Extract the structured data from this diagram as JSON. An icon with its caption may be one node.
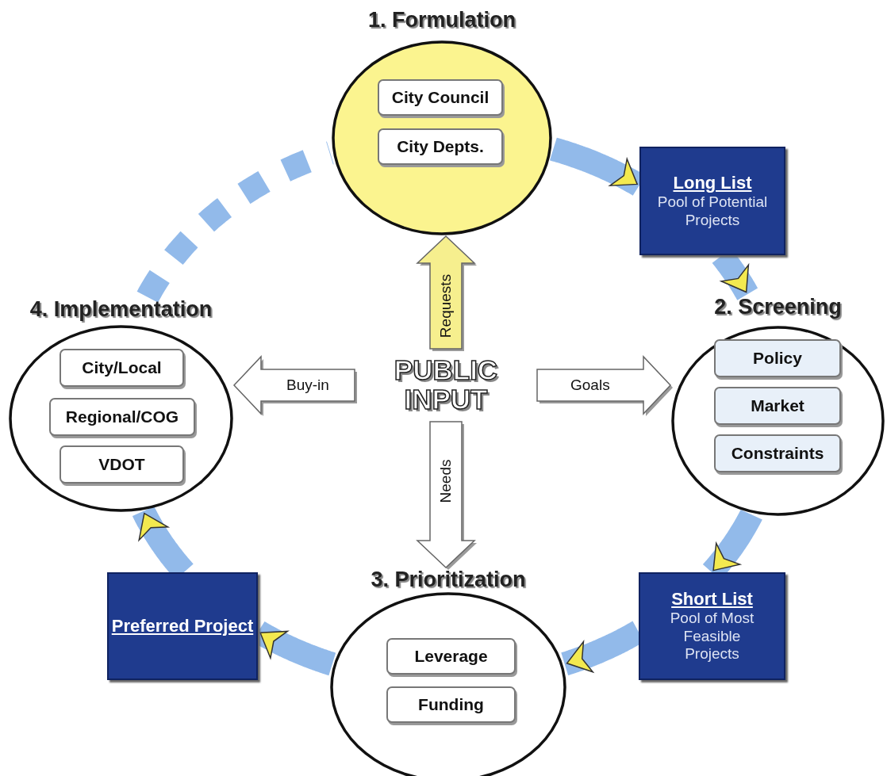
{
  "diagram": {
    "nodes": [
      {
        "text": [
          "1. Formulation"
        ]
      },
      {
        "text": [
          "City Council"
        ],
        "in": 0
      },
      {
        "text": [
          "City Depts."
        ],
        "in": 0
      },
      {
        "text": [
          "Long List",
          "Pool of Potential Projects"
        ]
      },
      {
        "text": [
          "2. Screening"
        ]
      },
      {
        "text": [
          "Policy"
        ],
        "in": 4
      },
      {
        "text": [
          "Market"
        ],
        "in": 4
      },
      {
        "text": [
          "Constraints"
        ],
        "in": 4
      },
      {
        "text": [
          "Short List",
          "Pool of Most Feasible Projects"
        ]
      },
      {
        "text": [
          "3. Prioritization"
        ]
      },
      {
        "text": [
          "Leverage"
        ],
        "in": 9
      },
      {
        "text": [
          "Funding"
        ],
        "in": 9
      },
      {
        "text": [
          "Preferred Project"
        ]
      },
      {
        "text": [
          "4. Implementation"
        ]
      },
      {
        "text": [
          "City/Local"
        ],
        "in": 13
      },
      {
        "text": [
          "Regional/COG"
        ],
        "in": 13
      },
      {
        "text": [
          "VDOT"
        ],
        "in": 13
      },
      {
        "text": [
          "PUBLIC INPUT"
        ]
      }
    ],
    "edges": [
      {
        "from": 0,
        "to": 3,
        "arrow": "to"
      },
      {
        "from": 3,
        "to": 4,
        "arrow": "to"
      },
      {
        "from": 4,
        "to": 8,
        "arrow": "to"
      },
      {
        "from": 8,
        "to": 9,
        "arrow": "to"
      },
      {
        "from": 9,
        "to": 12,
        "arrow": "to"
      },
      {
        "from": 12,
        "to": 13,
        "arrow": "to"
      },
      {
        "from": 13,
        "to": 0,
        "arrow": "none",
        "style": "dashed"
      },
      {
        "from": 17,
        "to": 0,
        "arrow": "to",
        "label": "Requests",
        "style": "thick",
        "color": "#f6ef8e"
      },
      {
        "from": 17,
        "to": 4,
        "arrow": "to",
        "label": "Goals",
        "style": "thick"
      },
      {
        "from": 17,
        "to": 9,
        "arrow": "to",
        "label": "Needs",
        "style": "thick"
      },
      {
        "from": 17,
        "to": 13,
        "arrow": "to",
        "label": "Buy-in",
        "style": "thick"
      }
    ]
  }
}
